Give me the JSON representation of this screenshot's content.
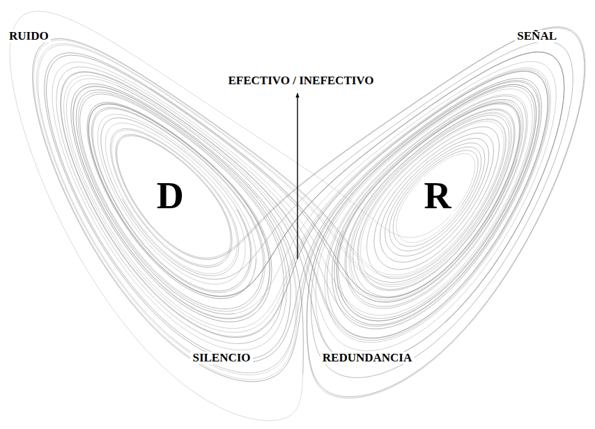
{
  "diagram": {
    "labels": [
      "RUIDO",
      "SEÑAL",
      "EFECTIVO / INEFECTIVO",
      "D",
      "R",
      "SILENCIO",
      "REDUNDANCIA"
    ]
  }
}
